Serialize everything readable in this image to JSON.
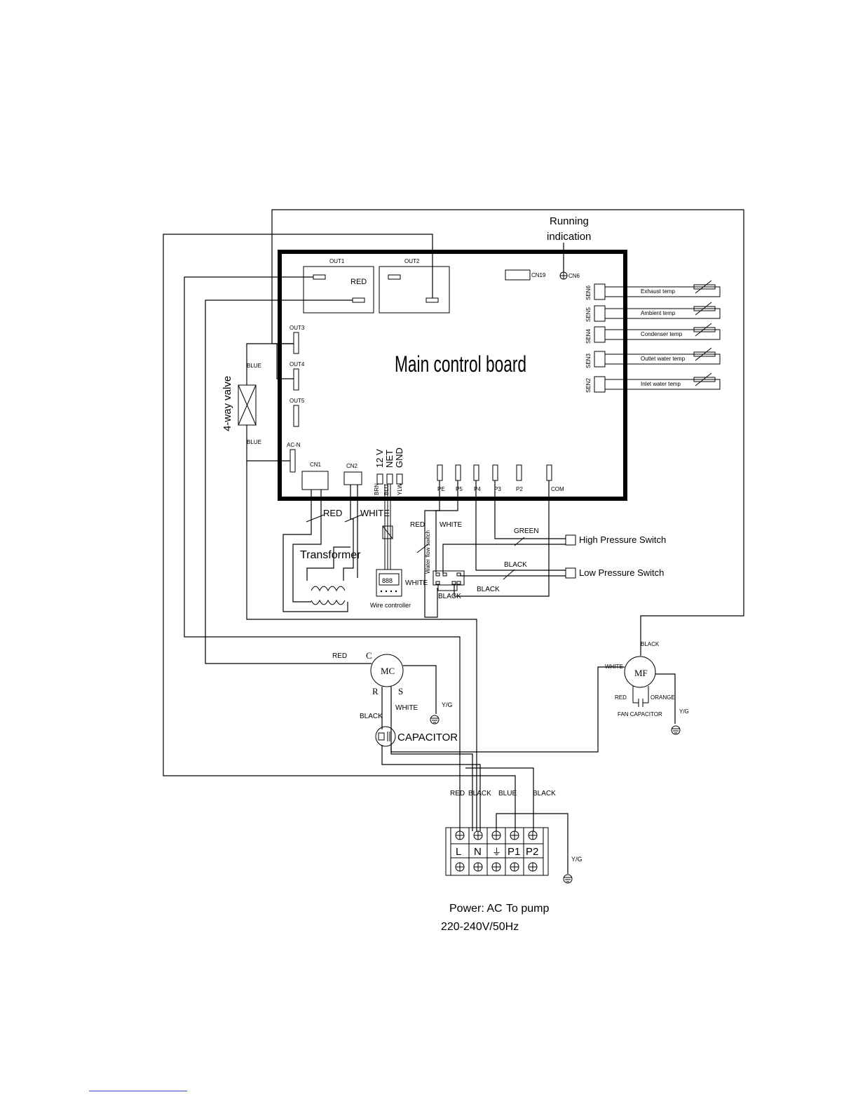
{
  "board": {
    "title": "Main control board"
  },
  "running_indication": {
    "line1": "Running",
    "line2": "indication"
  },
  "connectors": {
    "out1": "OUT1",
    "out2": "OUT2",
    "out3": "OUT3",
    "out4": "OUT4",
    "out5": "OUT5",
    "acn": "AC-N",
    "cn1": "CN1",
    "cn2": "CN2",
    "cn19": "CN19",
    "cn6": "CN6",
    "pe": "PE",
    "p5": "P5",
    "p4": "P4",
    "p3": "P3",
    "p2": "P2",
    "com": "COM",
    "v12": "12 V",
    "net": "NET",
    "gnd": "GND",
    "brn": "BRN",
    "blu": "BLU",
    "ylw": "YLW"
  },
  "sensors": [
    {
      "id": "SEN6",
      "label": "Exhaust temp"
    },
    {
      "id": "SEN5",
      "label": "Ambient temp"
    },
    {
      "id": "SEN4",
      "label": "Condenser temp"
    },
    {
      "id": "SEN3",
      "label": "Outlet water temp"
    },
    {
      "id": "SEN2",
      "label": "Inlet water temp"
    }
  ],
  "valve": {
    "label": "4-way valve",
    "wire_top": "BLUE",
    "wire_bottom": "BLUE"
  },
  "wires": {
    "red_out1": "RED",
    "cn1_red": "RED",
    "cn2_white": "WHITE",
    "flow_red": "RED",
    "flow_white_top": "WHITE",
    "flow_white_side": "WHITE",
    "green": "GREEN",
    "black_low": "BLACK",
    "black_mid": "BLACK",
    "black_bottom": "BLACK",
    "mc_red": "RED",
    "mc_black": "BLACK",
    "mc_white": "WHITE",
    "mc_yg": "Y/G",
    "mf_black": "BLACK",
    "mf_white": "WHITE",
    "mf_red": "RED",
    "mf_orange": "ORANGE",
    "mf_yg": "Y/G",
    "term_red": "RED",
    "term_black": "BLACK",
    "term_blue": "BLUE",
    "term_black2": "BLACK",
    "term_yg": "Y/G"
  },
  "components": {
    "transformer": "Transformer",
    "wire_controller": "Wire controller",
    "controller_display": "888",
    "water_flow_switch": "Water flow switch",
    "high_pressure": "High Pressure Switch",
    "low_pressure": "Low Pressure Switch",
    "mc": "MC",
    "mc_c": "C",
    "mc_r": "R",
    "mc_s": "S",
    "capacitor": "CAPACITOR",
    "mf": "MF",
    "fan_capacitor": "FAN CAPACITOR"
  },
  "terminal": {
    "labels": [
      "L",
      "N",
      "⏚",
      "P1",
      "P2"
    ],
    "power": "Power: AC",
    "voltage": "220-240V/50Hz",
    "pump": "To pump"
  }
}
